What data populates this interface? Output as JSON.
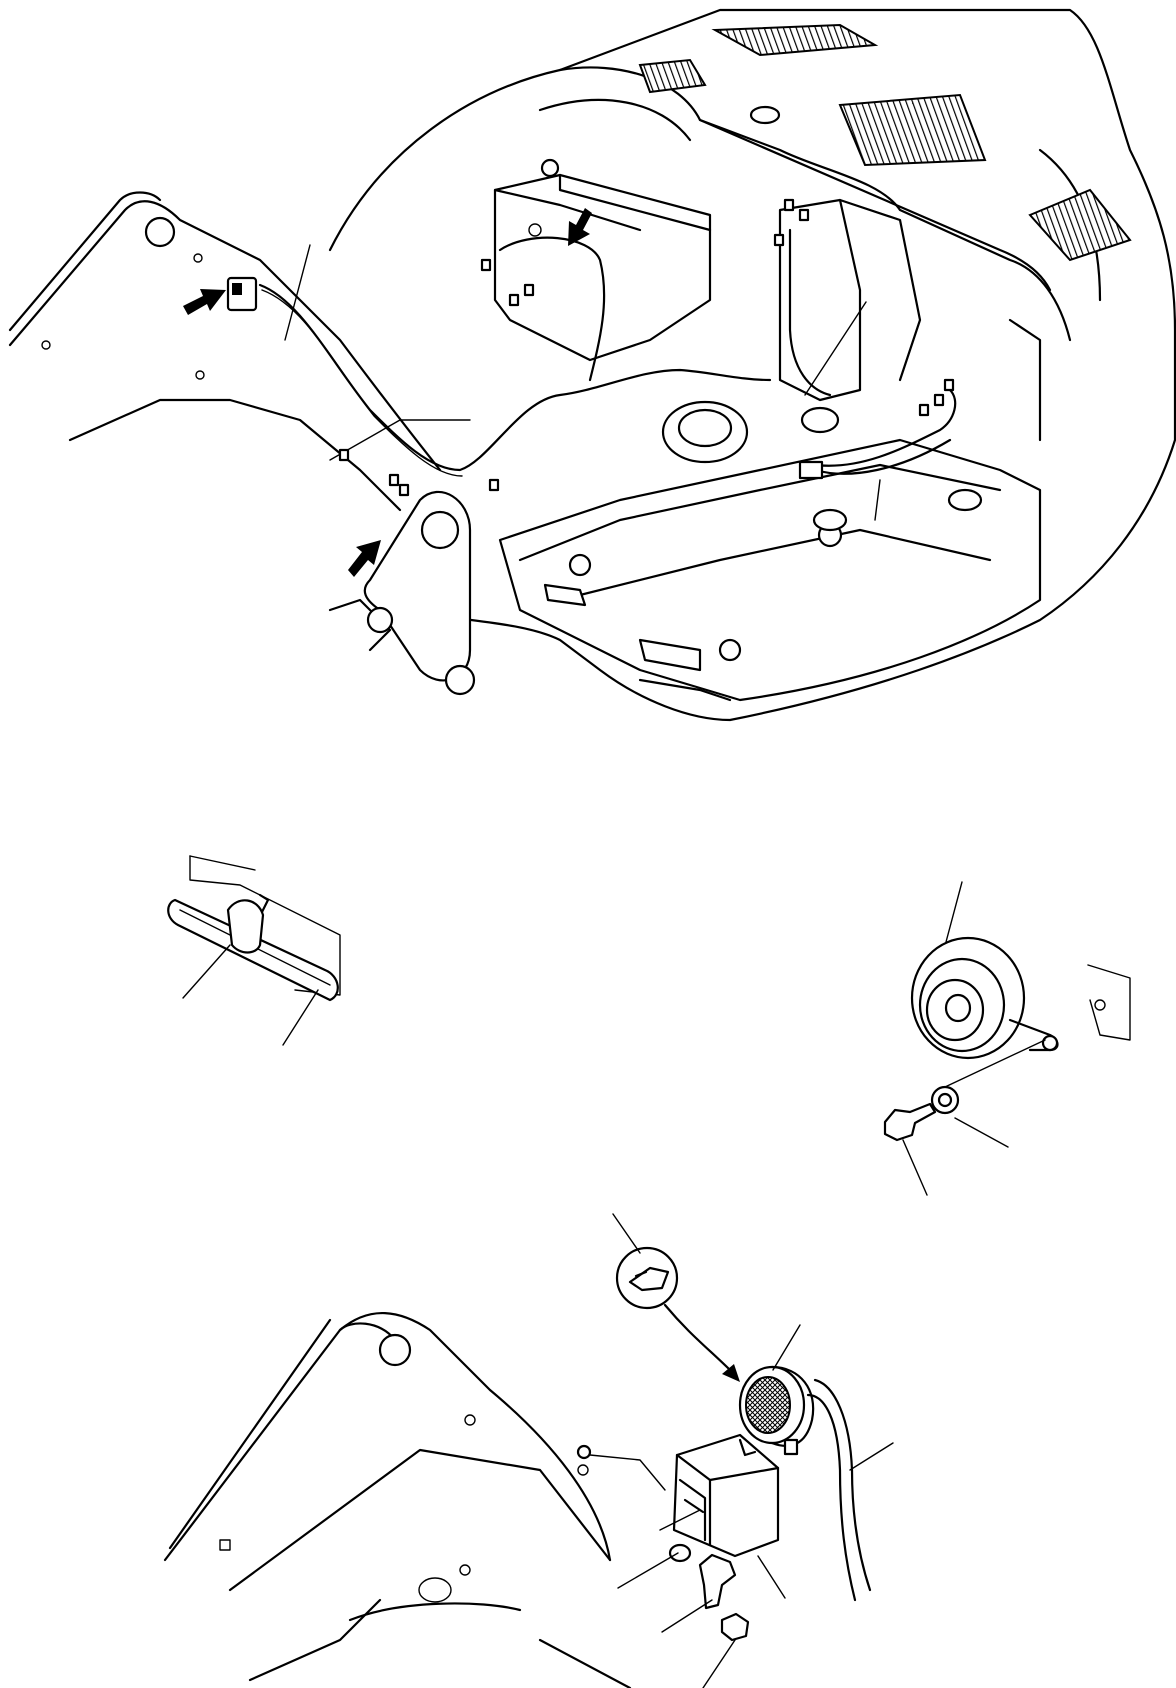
{
  "drawing": {
    "views": [
      {
        "id": "machine-overview"
      },
      {
        "id": "clamp-detail"
      },
      {
        "id": "horn-detail"
      },
      {
        "id": "boom-light-detail"
      }
    ],
    "callout_arrows": 3
  }
}
